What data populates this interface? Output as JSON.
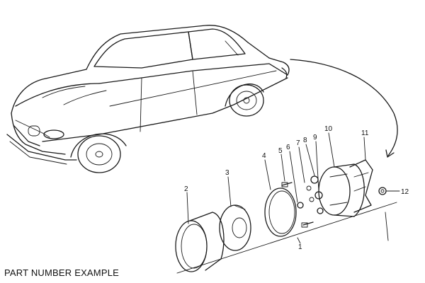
{
  "caption": "PART NUMBER EXAMPLE",
  "callouts": [
    "1",
    "2",
    "3",
    "4",
    "5",
    "6",
    "7",
    "8",
    "9",
    "10",
    "11",
    "12"
  ]
}
